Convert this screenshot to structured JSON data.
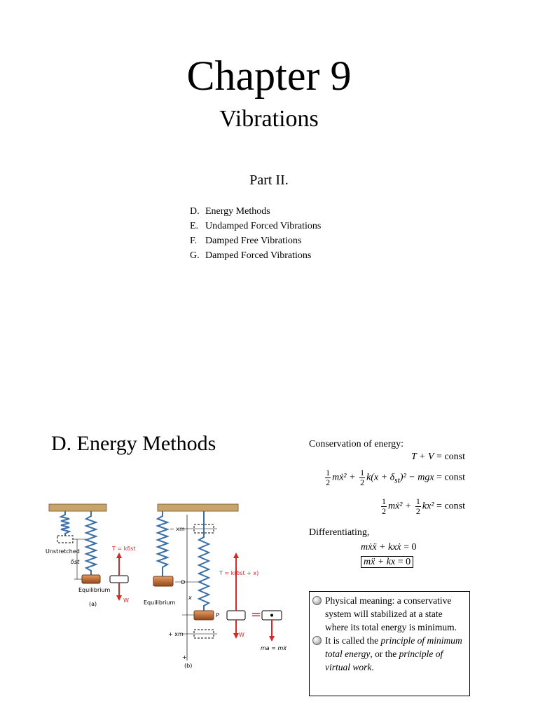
{
  "slide1": {
    "title": "Chapter 9",
    "subtitle": "Vibrations",
    "part": "Part II.",
    "toc": [
      {
        "marker": "D.",
        "label": "Energy Methods"
      },
      {
        "marker": "E.",
        "label": "Undamped Forced Vibrations"
      },
      {
        "marker": "F.",
        "label": "Damped Free Vibrations"
      },
      {
        "marker": "G.",
        "label": "Damped Forced Vibrations"
      }
    ]
  },
  "slide2": {
    "heading": "D. Energy Methods",
    "conservation_label": "Conservation of energy:",
    "eq1": {
      "lhs": "T + V",
      "rhs": " = const"
    },
    "eq2": {
      "frac": [
        "1",
        "2"
      ],
      "a": "mẋ² + ",
      "b": "k(x + δ",
      "sub": "st",
      "c": ")² − mgx",
      "rhs": " = const"
    },
    "eq3": {
      "frac": [
        "1",
        "2"
      ],
      "a": "mẋ² + ",
      "b": "kx²",
      "rhs": " = const"
    },
    "differentiating_label": "Differentiating,",
    "eq4": {
      "lhs": "mẋẍ + kxẋ",
      "rhs": " = 0"
    },
    "eq5": {
      "lhs": "mẍ + kx",
      "rhs": " = 0"
    },
    "figure": {
      "unstretched": "Unstretched",
      "equilibrium_a": "Equilibrium",
      "equilibrium_b": "Equilibrium",
      "delta_st": "δst",
      "tension_a": "T = kδst",
      "tension_b": "T = k(δst + x)",
      "weight": "W",
      "minus_xm": "− xm",
      "plus_xm": "+ xm",
      "origin": "O",
      "x_label": "x",
      "plus_sign": "+",
      "p_label": "P",
      "equals": "=",
      "inertia": "ma = mẍ",
      "caption_a": "(a)",
      "caption_b": "(b)"
    },
    "note": {
      "item1": "Physical meaning: a conservative system will stabilized at a state where its total energy is minimum.",
      "item2_prefix": "It is called the ",
      "item2_em1": "principle of minimum total energy",
      "item2_mid": ", or the ",
      "item2_em2": "principle of virtual work",
      "item2_suffix": "."
    }
  }
}
